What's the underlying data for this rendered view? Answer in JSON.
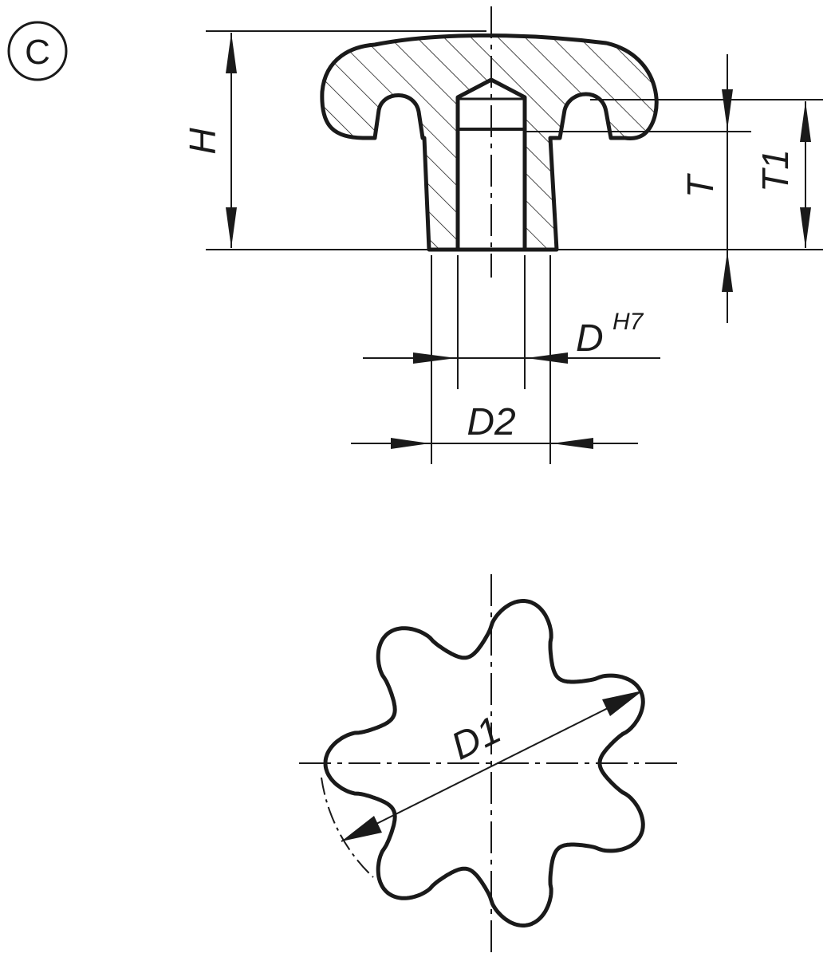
{
  "variant_label": "C",
  "dimension_labels": {
    "height": "H",
    "bore_depth": "T",
    "overall_depth": "T1",
    "bore_diameter": "D",
    "bore_tolerance": "H7",
    "hub_diameter": "D2",
    "outer_diameter": "D1"
  },
  "colors": {
    "line": "#1a1a1a",
    "background": "#ffffff"
  }
}
